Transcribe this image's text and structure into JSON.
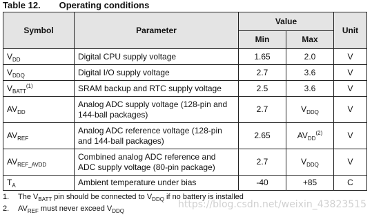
{
  "table": {
    "number": "Table 12.",
    "title": "Operating conditions",
    "headers": {
      "symbol": "Symbol",
      "parameter": "Parameter",
      "value": "Value",
      "min": "Min",
      "max": "Max",
      "unit": "Unit"
    },
    "rows": [
      {
        "sym": "V",
        "sym_sub": "DD",
        "sym_sup": "",
        "param": "Digital CPU supply voltage",
        "min": "1.65",
        "max": "2.0",
        "max_sub": "",
        "max_sup": "",
        "unit": "V"
      },
      {
        "sym": "V",
        "sym_sub": "DDQ",
        "sym_sup": "",
        "param": "Digital I/O supply voltage",
        "min": "2.7",
        "max": "3.6",
        "max_sub": "",
        "max_sup": "",
        "unit": "V"
      },
      {
        "sym": "V",
        "sym_sub": "BATT",
        "sym_sup": "(1)",
        "param": "SRAM backup and RTC supply voltage",
        "min": "2.5",
        "max": "3.6",
        "max_sub": "",
        "max_sup": "",
        "unit": "V"
      },
      {
        "sym": "AV",
        "sym_sub": "DD",
        "sym_sup": "",
        "param": "Analog ADC supply voltage (128-pin and 144-ball packages)",
        "min": "2.7",
        "max": "V",
        "max_sub": "DDQ",
        "max_sup": "",
        "unit": "V"
      },
      {
        "sym": "AV",
        "sym_sub": "REF",
        "sym_sup": "",
        "param": "Analog ADC reference voltage (128-pin and 144-ball packages)",
        "min": "2.65",
        "max": "AV",
        "max_sub": "DD",
        "max_sup": "(2)",
        "unit": "V"
      },
      {
        "sym": "AV",
        "sym_sub": "REF_AVDD",
        "sym_sup": "",
        "param": "Combined analog ADC reference and ADC supply voltage (80-pin package)",
        "min": "2.7",
        "max": "V",
        "max_sub": "DDQ",
        "max_sup": "",
        "unit": "V"
      },
      {
        "sym": "T",
        "sym_sub": "A",
        "sym_sup": "",
        "param": "Ambient temperature under bias",
        "min": "-40",
        "max": "+85",
        "max_sub": "",
        "max_sup": "",
        "unit": "C"
      }
    ]
  },
  "notes": [
    {
      "num": "1.",
      "t1": "The V",
      "s1": "BATT",
      "t2": " pin should be connected to V",
      "s2": "DDQ",
      "t3": " if no battery is installed"
    },
    {
      "num": "2.",
      "t1": "AV",
      "s1": "REF",
      "t2": " must never exceed V",
      "s2": "DDQ",
      "t3": ""
    }
  ],
  "watermark": "https://blog.csdn.net/weixin_43823515"
}
